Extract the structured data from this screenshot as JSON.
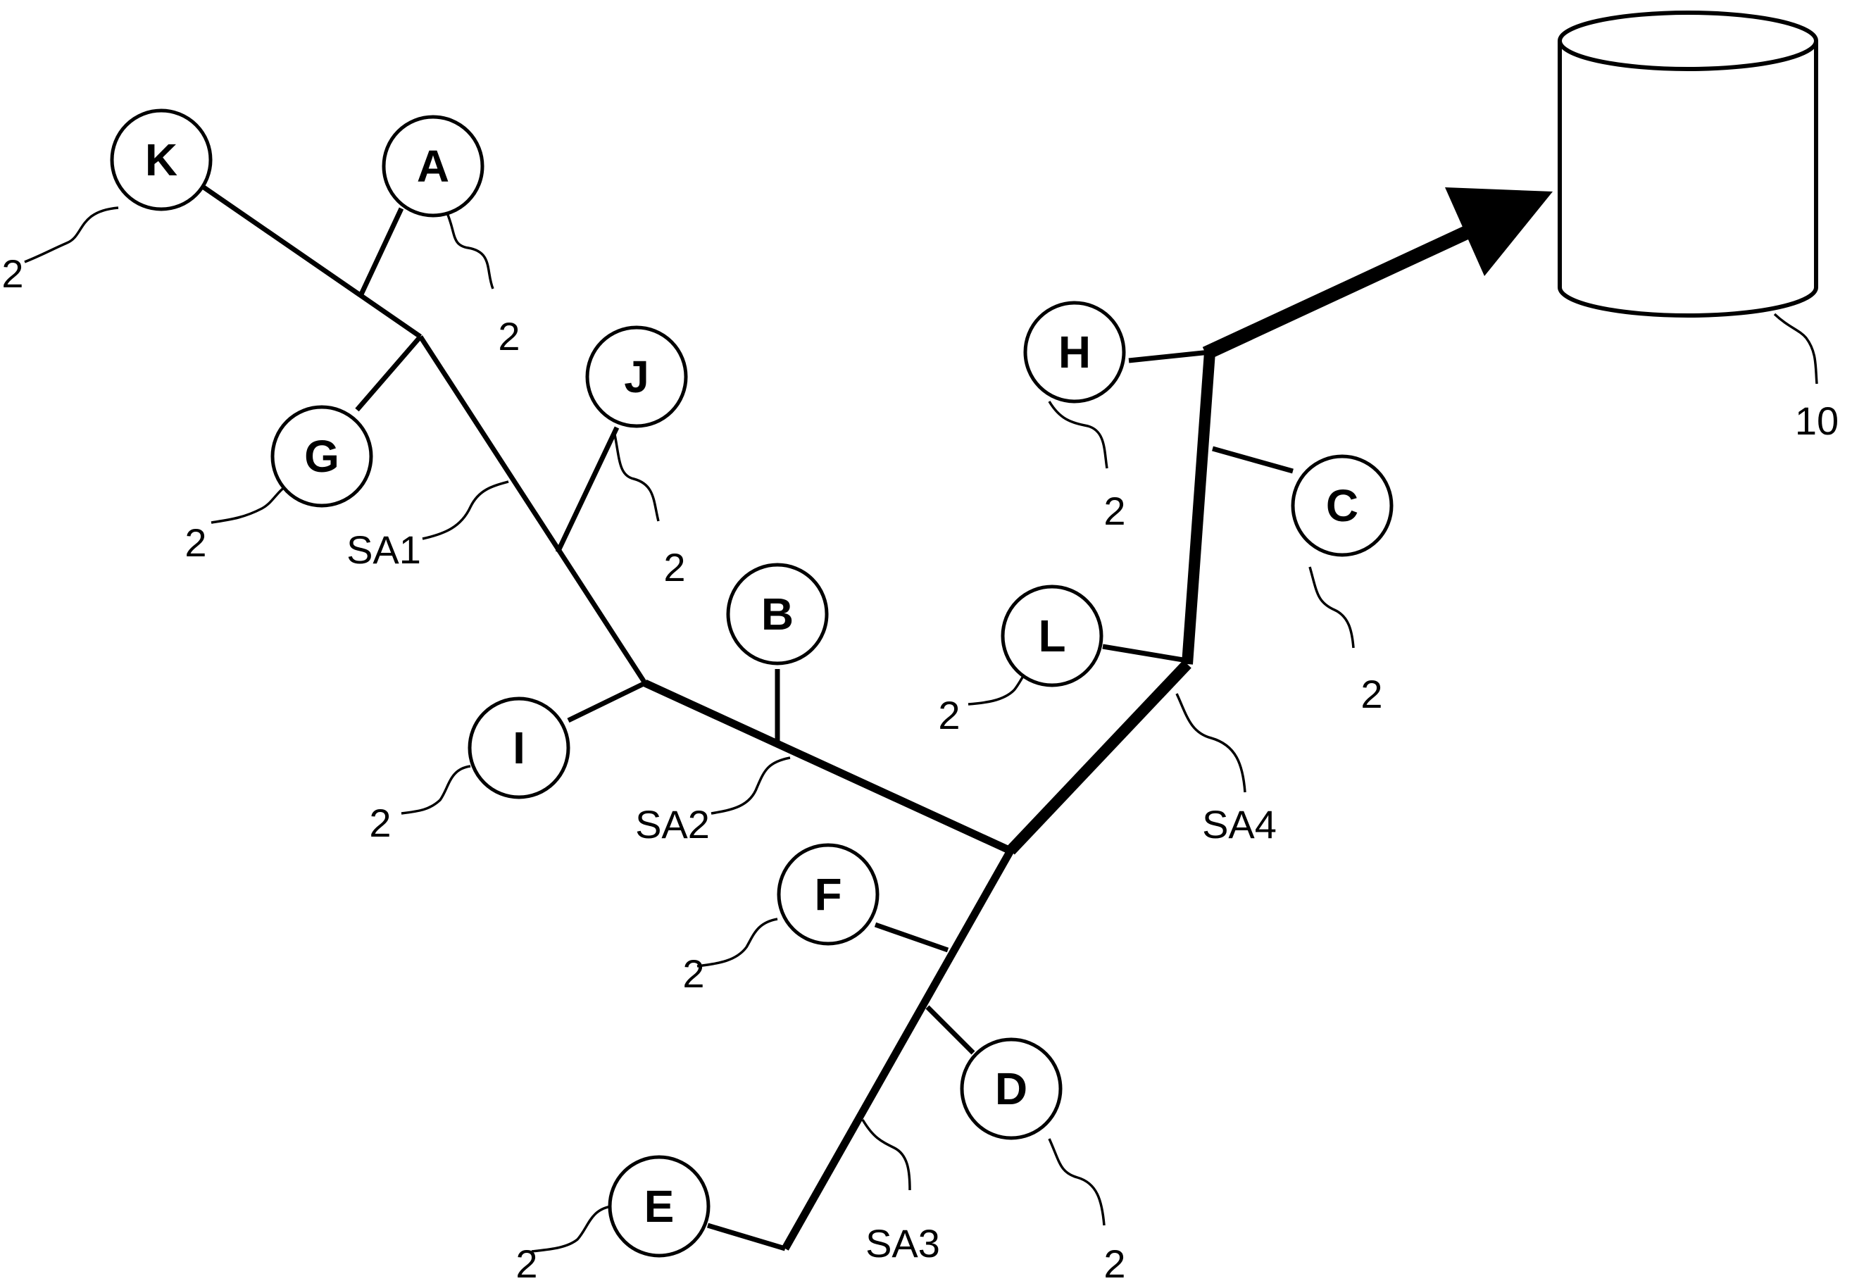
{
  "nodes": [
    {
      "id": "K",
      "label": "K",
      "ref": "2"
    },
    {
      "id": "A",
      "label": "A",
      "ref": "2"
    },
    {
      "id": "G",
      "label": "G",
      "ref": "2"
    },
    {
      "id": "J",
      "label": "J",
      "ref": "2"
    },
    {
      "id": "B",
      "label": "B",
      "ref": "2"
    },
    {
      "id": "I",
      "label": "I",
      "ref": "2"
    },
    {
      "id": "H",
      "label": "H",
      "ref": "2"
    },
    {
      "id": "C",
      "label": "C",
      "ref": "2"
    },
    {
      "id": "L",
      "label": "L",
      "ref": "2"
    },
    {
      "id": "F",
      "label": "F",
      "ref": "2"
    },
    {
      "id": "D",
      "label": "D",
      "ref": "2"
    },
    {
      "id": "E",
      "label": "E",
      "ref": "2"
    }
  ],
  "segments": [
    {
      "id": "SA1",
      "label": "SA1"
    },
    {
      "id": "SA2",
      "label": "SA2"
    },
    {
      "id": "SA3",
      "label": "SA3"
    },
    {
      "id": "SA4",
      "label": "SA4"
    }
  ],
  "database": {
    "ref": "10"
  }
}
